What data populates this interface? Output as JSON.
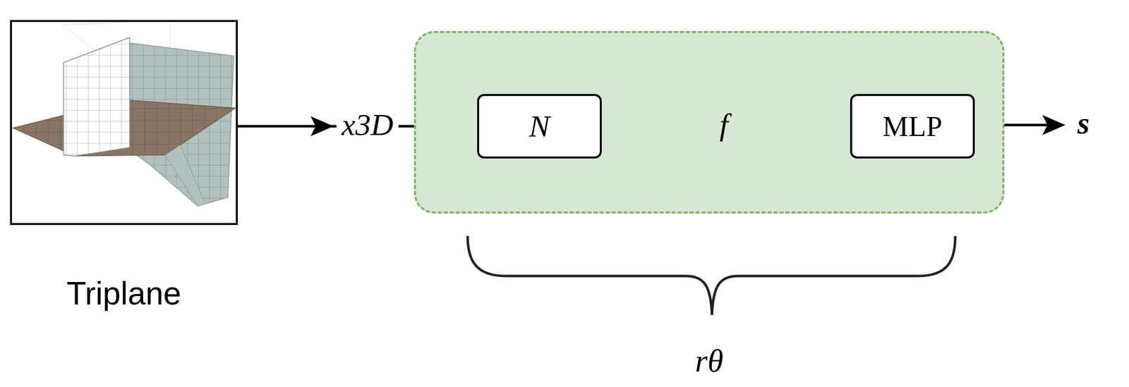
{
  "diagram": {
    "nodes": [
      {
        "text": [
          "Triplane"
        ]
      },
      {
        "text": [
          "rθ"
        ]
      },
      {
        "text": [
          "N"
        ],
        "in": 1
      },
      {
        "text": [
          "MLP"
        ],
        "in": 1
      }
    ],
    "edges": [
      {
        "from": 0,
        "to": 2,
        "arrow": "to",
        "label": "x3D"
      },
      {
        "from": 2,
        "to": 3,
        "arrow": "to",
        "label": "f⃗"
      }
    ],
    "labels": [
      "s"
    ]
  }
}
